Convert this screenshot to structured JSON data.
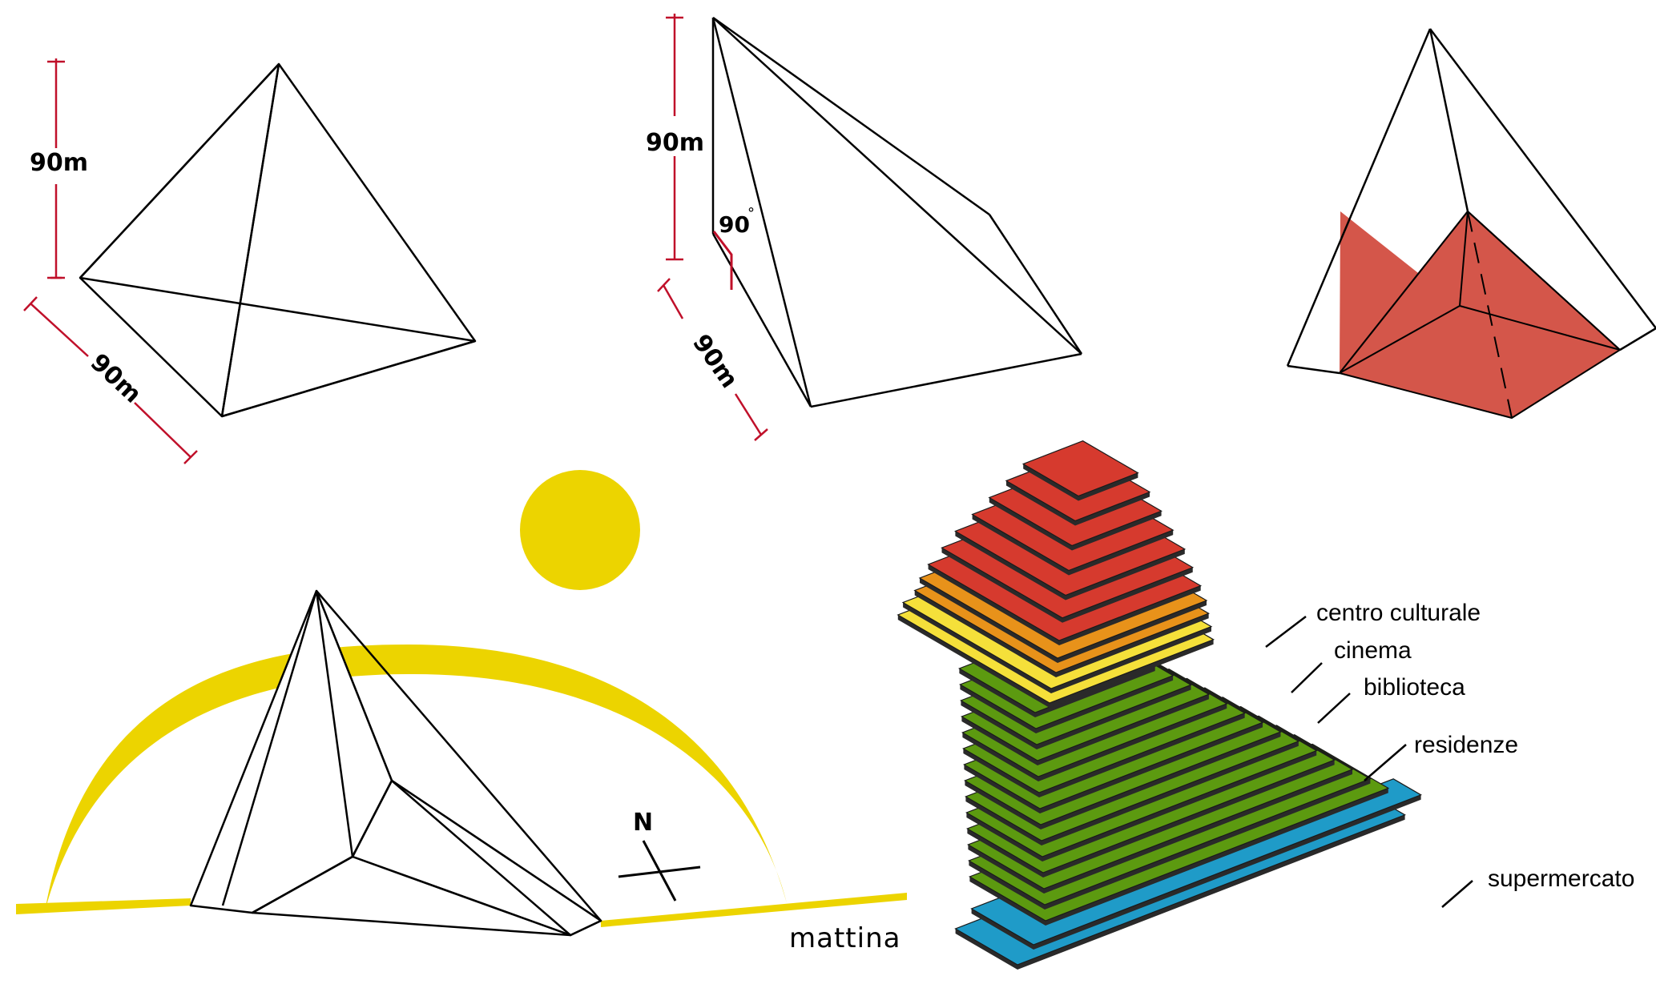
{
  "diagram1": {
    "height_label": "90m",
    "base_label": "90m"
  },
  "diagram2": {
    "height_label": "90m",
    "base_label": "90m",
    "angle_label": "90",
    "degree_symbol": "°"
  },
  "sun_diagram": {
    "north_label": "N",
    "time_label": "mattina"
  },
  "layers": [
    {
      "name": "centro culturale",
      "color": "#d63a2e"
    },
    {
      "name": "cinema",
      "color": "#e8921a"
    },
    {
      "name": "biblioteca",
      "color": "#f5e03a"
    },
    {
      "name": "residenze",
      "color": "#5c9a10"
    },
    {
      "name": "supermercato",
      "color": "#1f9bc8"
    }
  ],
  "colors": {
    "dimension": "#c0102a",
    "sun": "#ecd400",
    "volume_fill": "#d4564a",
    "outline": "#000000"
  }
}
